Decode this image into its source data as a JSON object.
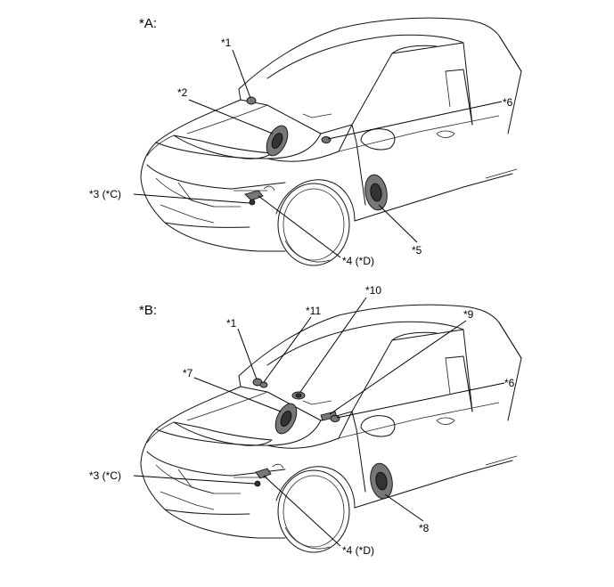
{
  "panels": [
    {
      "id": "A",
      "section_label": "*A:",
      "callouts": [
        "*1",
        "*2",
        "*6",
        "*3 (*C)",
        "*5",
        "*4 (*D)"
      ]
    },
    {
      "id": "B",
      "section_label": "*B:",
      "callouts": [
        "*1",
        "*11",
        "*10",
        "*9",
        "*7",
        "*6",
        "*3 (*C)",
        "*8",
        "*4 (*D)"
      ]
    }
  ]
}
